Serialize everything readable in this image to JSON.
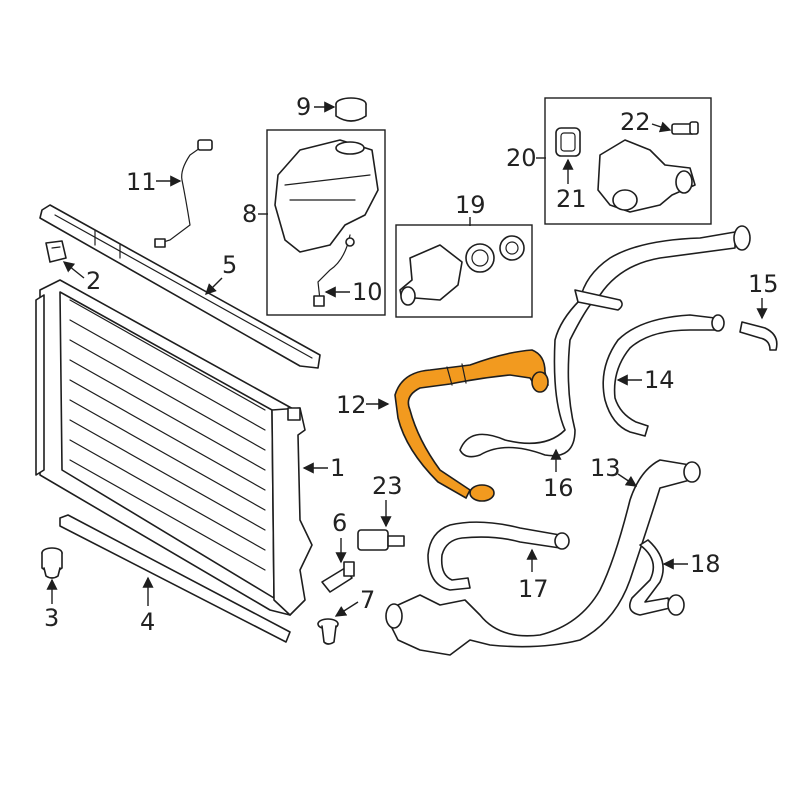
{
  "diagram": {
    "highlight_color": "#f29a1f",
    "line_color": "#1e1e1e",
    "callouts": {
      "c1": "1",
      "c2": "2",
      "c3": "3",
      "c4": "4",
      "c5": "5",
      "c6": "6",
      "c7": "7",
      "c8": "8",
      "c9": "9",
      "c10": "10",
      "c11": "11",
      "c12": "12",
      "c13": "13",
      "c14": "14",
      "c15": "15",
      "c16": "16",
      "c17": "17",
      "c18": "18",
      "c19": "19",
      "c20": "20",
      "c21": "21",
      "c22": "22",
      "c23": "23"
    }
  }
}
